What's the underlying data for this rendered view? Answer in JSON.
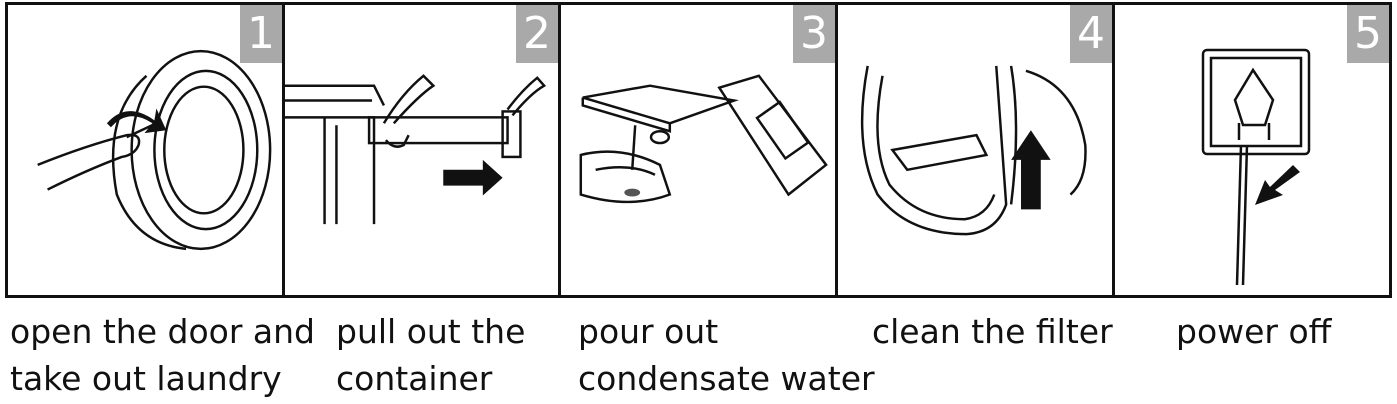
{
  "steps": [
    {
      "number": "1",
      "caption_line1": "open the door and",
      "caption_line2": "take out laundry",
      "icon": "open-door-icon"
    },
    {
      "number": "2",
      "caption_line1": "pull out the",
      "caption_line2": "container",
      "icon": "pull-container-icon"
    },
    {
      "number": "3",
      "caption_line1": "pour out",
      "caption_line2": "condensate water",
      "icon": "pour-water-icon"
    },
    {
      "number": "4",
      "caption_line1": "clean the filter",
      "caption_line2": "",
      "icon": "filter-icon"
    },
    {
      "number": "5",
      "caption_line1": "power off",
      "caption_line2": "",
      "icon": "power-plug-icon"
    }
  ],
  "colors": {
    "badge": "#a9a9a9",
    "line": "#111111"
  }
}
